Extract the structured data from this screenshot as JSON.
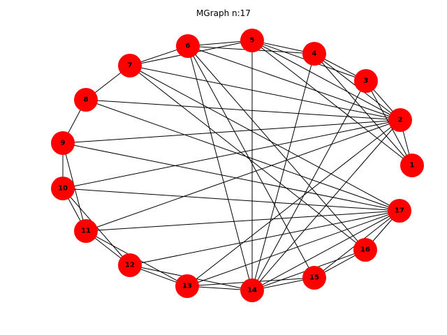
{
  "title": "MGraph n:17",
  "colors": {
    "node": "#ff0000",
    "edge": "#000000",
    "label": "#000000"
  },
  "nodes": [
    {
      "id": "1",
      "label": "1"
    },
    {
      "id": "2",
      "label": "2"
    },
    {
      "id": "3",
      "label": "3"
    },
    {
      "id": "4",
      "label": "4"
    },
    {
      "id": "5",
      "label": "5"
    },
    {
      "id": "6",
      "label": "6"
    },
    {
      "id": "7",
      "label": "7"
    },
    {
      "id": "8",
      "label": "8"
    },
    {
      "id": "9",
      "label": "9"
    },
    {
      "id": "10",
      "label": "10"
    },
    {
      "id": "11",
      "label": "11"
    },
    {
      "id": "12",
      "label": "12"
    },
    {
      "id": "13",
      "label": "13"
    },
    {
      "id": "14",
      "label": "14"
    },
    {
      "id": "15",
      "label": "15"
    },
    {
      "id": "16",
      "label": "16"
    },
    {
      "id": "17",
      "label": "17"
    }
  ],
  "edges": [
    [
      "1",
      "2"
    ],
    [
      "1",
      "3"
    ],
    [
      "1",
      "4"
    ],
    [
      "1",
      "5"
    ],
    [
      "2",
      "3"
    ],
    [
      "2",
      "4"
    ],
    [
      "2",
      "5"
    ],
    [
      "2",
      "6"
    ],
    [
      "2",
      "7"
    ],
    [
      "2",
      "8"
    ],
    [
      "2",
      "9"
    ],
    [
      "2",
      "10"
    ],
    [
      "2",
      "11"
    ],
    [
      "2",
      "13"
    ],
    [
      "2",
      "14"
    ],
    [
      "3",
      "4"
    ],
    [
      "3",
      "5"
    ],
    [
      "3",
      "14"
    ],
    [
      "4",
      "5"
    ],
    [
      "4",
      "6"
    ],
    [
      "4",
      "14"
    ],
    [
      "5",
      "6"
    ],
    [
      "5",
      "7"
    ],
    [
      "5",
      "14"
    ],
    [
      "6",
      "7"
    ],
    [
      "6",
      "14"
    ],
    [
      "6",
      "15"
    ],
    [
      "6",
      "16"
    ],
    [
      "7",
      "8"
    ],
    [
      "7",
      "16"
    ],
    [
      "7",
      "17"
    ],
    [
      "8",
      "9"
    ],
    [
      "8",
      "17"
    ],
    [
      "9",
      "10"
    ],
    [
      "9",
      "11"
    ],
    [
      "9",
      "17"
    ],
    [
      "10",
      "11"
    ],
    [
      "10",
      "12"
    ],
    [
      "10",
      "17"
    ],
    [
      "11",
      "12"
    ],
    [
      "11",
      "13"
    ],
    [
      "11",
      "17"
    ],
    [
      "12",
      "13"
    ],
    [
      "12",
      "14"
    ],
    [
      "12",
      "17"
    ],
    [
      "13",
      "14"
    ],
    [
      "13",
      "15"
    ],
    [
      "13",
      "17"
    ],
    [
      "14",
      "15"
    ],
    [
      "14",
      "16"
    ],
    [
      "14",
      "17"
    ],
    [
      "15",
      "16"
    ],
    [
      "15",
      "17"
    ],
    [
      "16",
      "17"
    ]
  ]
}
